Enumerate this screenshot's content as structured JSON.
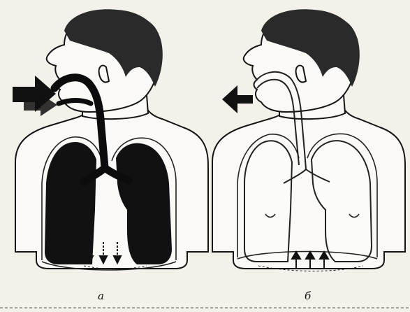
{
  "panels": [
    {
      "id": "a",
      "label": "а",
      "phase": "inhale",
      "air_arrow": "into-nose",
      "diaphragm_arrows": "down"
    },
    {
      "id": "b",
      "label": "б",
      "phase": "exhale",
      "air_arrow": "out-of-mouth",
      "diaphragm_arrows": "up"
    }
  ],
  "colors": {
    "background": "#f3f1ea",
    "ink": "#111111",
    "skin": "#faf9f5"
  },
  "icons": [
    "air-arrow-icon",
    "diaphragm-arrow-icon"
  ]
}
